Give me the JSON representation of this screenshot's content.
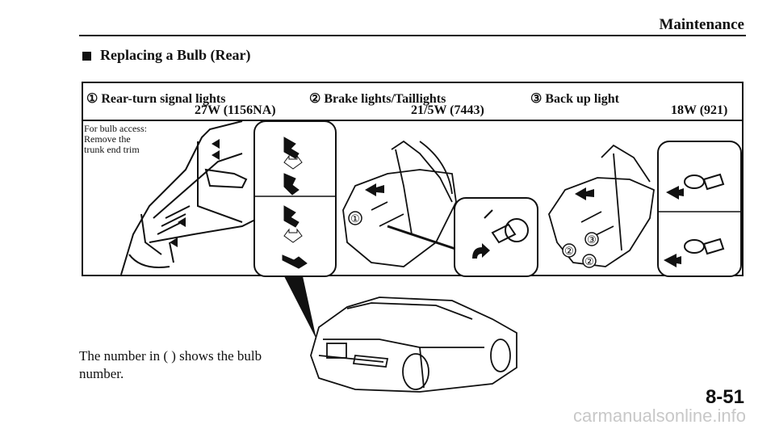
{
  "header": {
    "title": "Maintenance"
  },
  "section": {
    "title": "Replacing a Bulb (Rear)"
  },
  "bulbs": [
    {
      "marker": "①",
      "name": "Rear-turn signal lights",
      "spec": "27W (1156NA)"
    },
    {
      "marker": "②",
      "name": "Brake lights/Taillights",
      "spec": "21/5W (7443)"
    },
    {
      "marker": "③",
      "name": "Back up light",
      "spec": "18W (921)"
    }
  ],
  "access_note": [
    "For bulb access:",
    "Remove the",
    "trunk end trim"
  ],
  "diagram_labels": {
    "one": "①",
    "two": "②",
    "three": "③"
  },
  "footnote": "The number in ( ) shows the bulb number.",
  "page_number": "8-51",
  "watermark": "carmanualsonline.info"
}
